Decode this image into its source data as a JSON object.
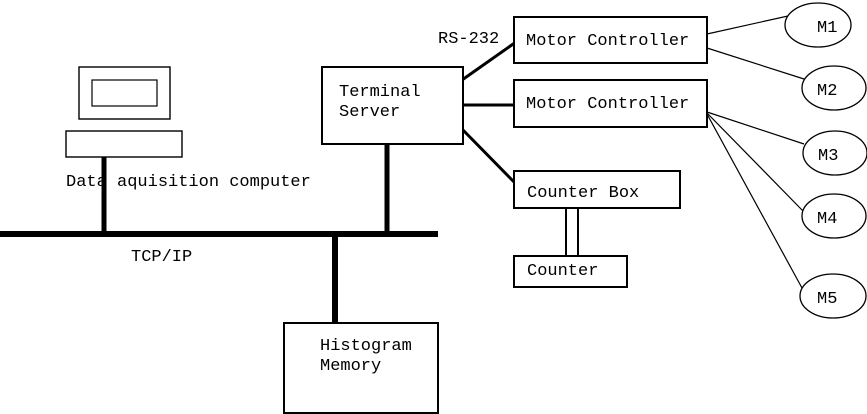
{
  "diagram": {
    "type": "system-architecture",
    "colors": {
      "stroke": "#000000",
      "background": "#ffffff"
    },
    "nodes": {
      "data_acquisition_computer": {
        "label": "Data aquisition computer"
      },
      "terminal_server": {
        "line1": "Terminal",
        "line2": "Server"
      },
      "motor_controller_1": {
        "label": "Motor Controller"
      },
      "motor_controller_2": {
        "label": "Motor Controller"
      },
      "counter_box": {
        "label": "Counter Box"
      },
      "counter": {
        "label": "Counter"
      },
      "histogram_memory": {
        "line1": "Histogram",
        "line2": "Memory"
      }
    },
    "motors": [
      "M1",
      "M2",
      "M3",
      "M4",
      "M5"
    ],
    "connection_labels": {
      "bus": "TCP/IP",
      "serial": "RS-232"
    }
  }
}
